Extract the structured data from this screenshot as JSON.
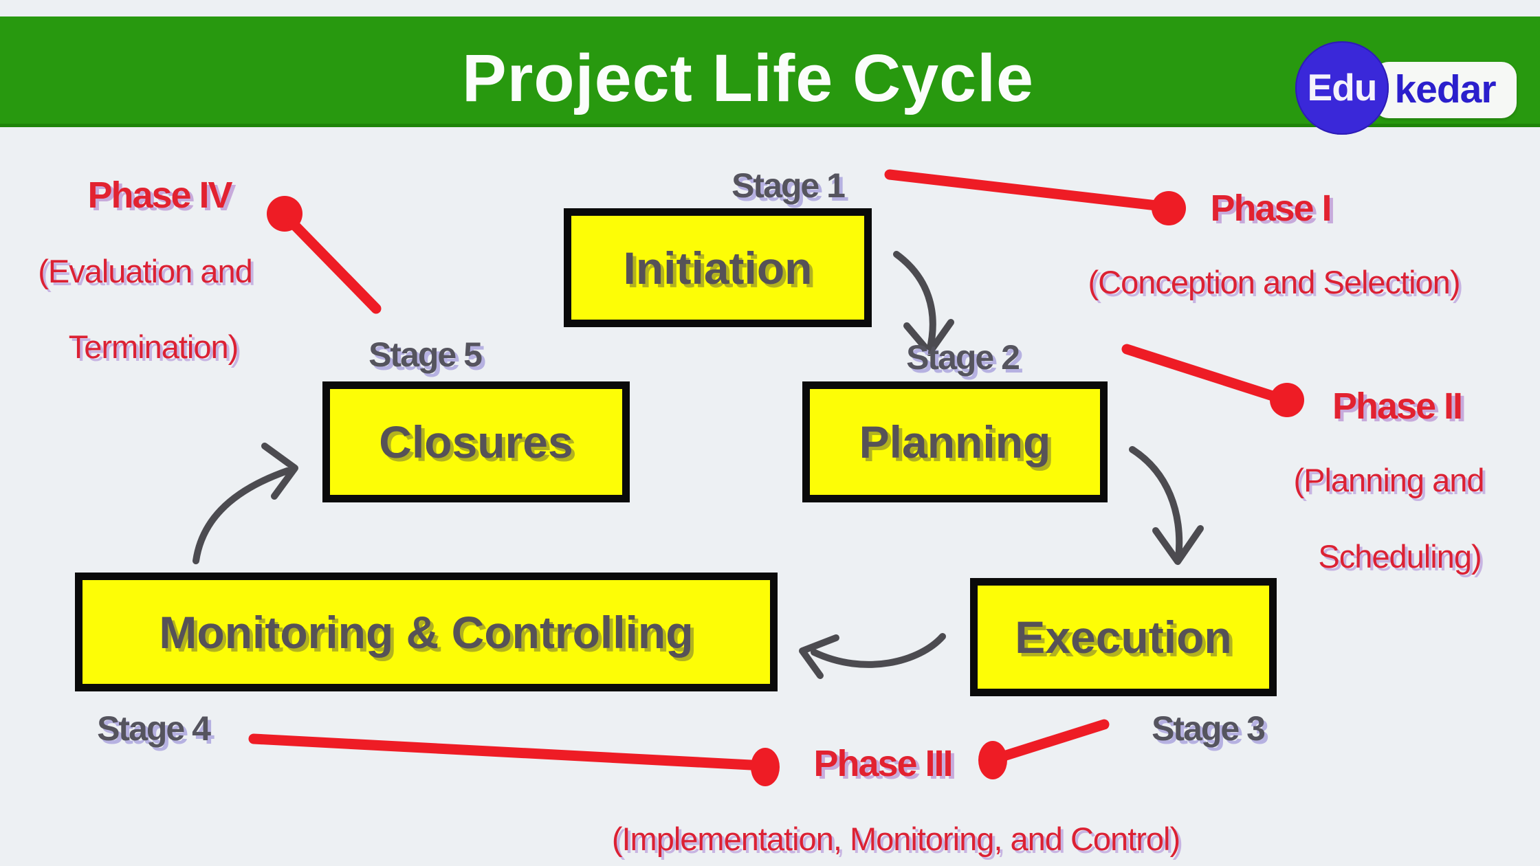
{
  "header": {
    "title": "Project Life Cycle",
    "logo": {
      "circle_text": "Edu",
      "rect_text": "kedar"
    }
  },
  "stages": [
    {
      "id": "initiation",
      "label": "Initiation",
      "stage": "Stage 1"
    },
    {
      "id": "planning",
      "label": "Planning",
      "stage": "Stage 2"
    },
    {
      "id": "execution",
      "label": "Execution",
      "stage": "Stage 3"
    },
    {
      "id": "monitoring",
      "label": "Monitoring & Controlling",
      "stage": "Stage 4"
    },
    {
      "id": "closures",
      "label": "Closures",
      "stage": "Stage 5"
    }
  ],
  "phases": [
    {
      "id": "phase1",
      "title": "Phase I",
      "subtitle": "(Conception and Selection)"
    },
    {
      "id": "phase2",
      "title": "Phase II",
      "subtitle_line1": "(Planning and",
      "subtitle_line2": "Scheduling)"
    },
    {
      "id": "phase3",
      "title": "Phase III",
      "subtitle": "(Implementation, Monitoring, and Control)"
    },
    {
      "id": "phase4",
      "title": "Phase IV",
      "subtitle_line1": "(Evaluation and",
      "subtitle_line2": "Termination)"
    }
  ],
  "colors": {
    "banner_green": "#28990f",
    "box_yellow": "#fdfd06",
    "box_border": "#0a0a0a",
    "box_text_gray": "#565257",
    "stage_text_gray": "#55545e",
    "stage_shadow_lavender": "#b6b1e1",
    "phase_red": "#e22230",
    "connector_red": "#ee1c25",
    "arrow_gray": "#4c4b50",
    "logo_blue": "#3a28d9",
    "background": "#edf0f3"
  }
}
